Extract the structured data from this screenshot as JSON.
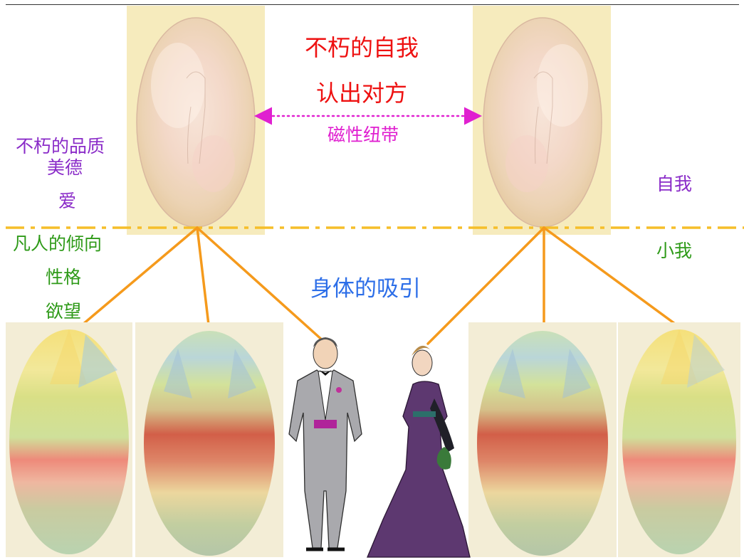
{
  "higher_self": {
    "title": "不朽的自我",
    "recognize": "认出对方",
    "bond": "磁性纽带"
  },
  "left_labels": {
    "immortal_qualities": "不朽的品质",
    "virtue": "美德",
    "love": "爱",
    "tendencies": "凡人的倾向",
    "character": "性格",
    "desire": "欲望"
  },
  "right_labels": {
    "self": "自我",
    "small_self": "小我"
  },
  "attraction": "身体的吸引",
  "colors": {
    "divider": "#f5be2a",
    "connector": "#f59a1c",
    "bond_arrow": "#e020d0",
    "panel": "#f6ebbd"
  }
}
